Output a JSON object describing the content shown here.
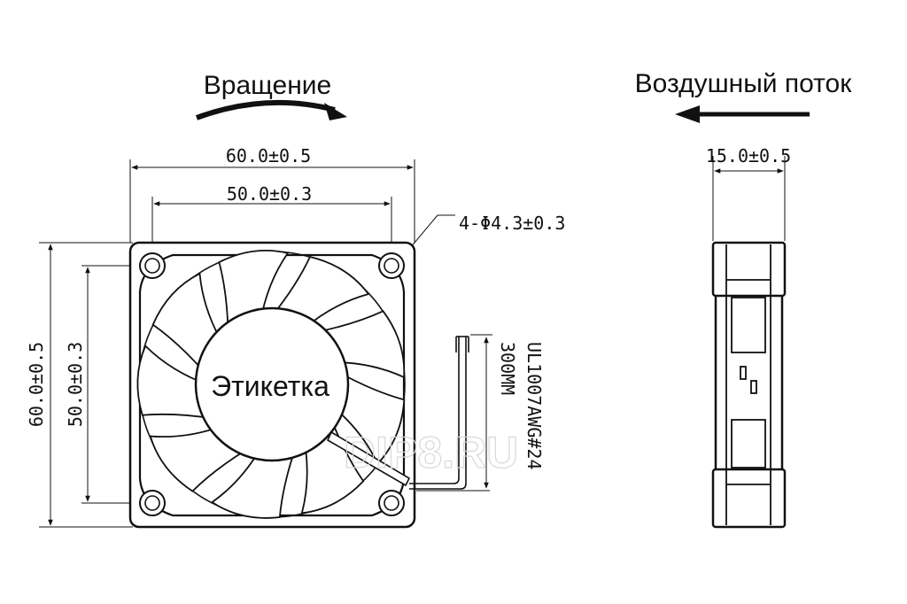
{
  "labels": {
    "rotation": "Вращение",
    "airflow": "Воздушный поток",
    "center_label": "Этикетка",
    "watermark": "DIP8.RU"
  },
  "dimensions": {
    "overall_width": "60.0±0.5",
    "hole_spacing_width": "50.0±0.3",
    "mounting_holes": "4-Φ4.3±0.3",
    "overall_height": "60.0±0.5",
    "hole_spacing_height": "50.0±0.3",
    "thickness": "15.0±0.5"
  },
  "cable": {
    "wire_spec": "UL1007AWG#24",
    "length": "300MM"
  },
  "colors": {
    "line": "#111111",
    "watermark": "#d8d8d8"
  }
}
